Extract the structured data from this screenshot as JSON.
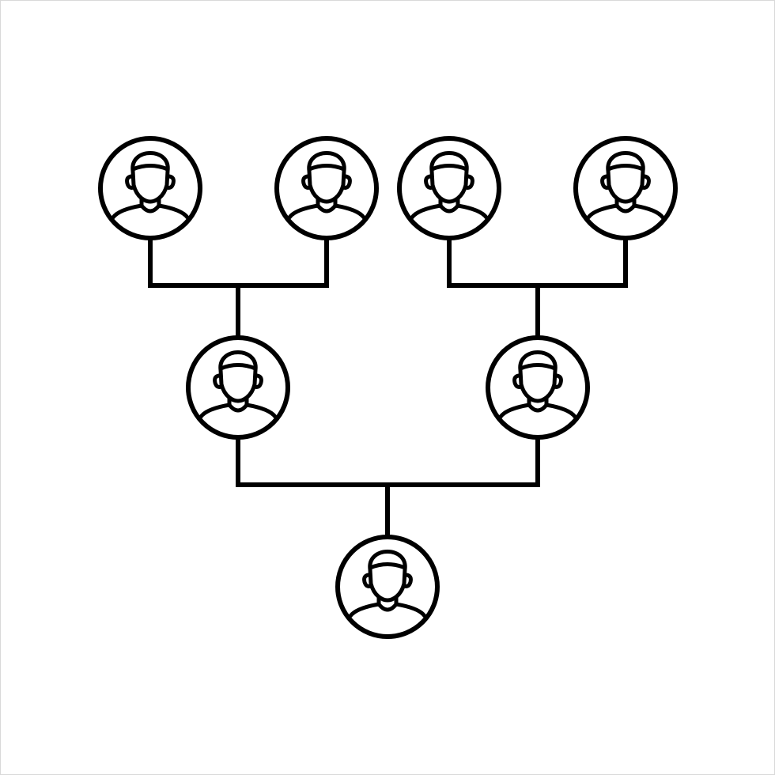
{
  "diagram": {
    "type": "family-tree",
    "colors": {
      "stroke": "#000000",
      "background": "#ffffff"
    },
    "icon": "person-avatar-icon",
    "nodes": [
      {
        "id": "grandparent-1",
        "generation": 1
      },
      {
        "id": "grandparent-2",
        "generation": 1
      },
      {
        "id": "grandparent-3",
        "generation": 1
      },
      {
        "id": "grandparent-4",
        "generation": 1
      },
      {
        "id": "parent-1",
        "generation": 2
      },
      {
        "id": "parent-2",
        "generation": 2
      },
      {
        "id": "child",
        "generation": 3
      }
    ],
    "edges": [
      {
        "parents": [
          "grandparent-1",
          "grandparent-2"
        ],
        "child": "parent-1"
      },
      {
        "parents": [
          "grandparent-3",
          "grandparent-4"
        ],
        "child": "parent-2"
      },
      {
        "parents": [
          "parent-1",
          "parent-2"
        ],
        "child": "child"
      }
    ]
  }
}
